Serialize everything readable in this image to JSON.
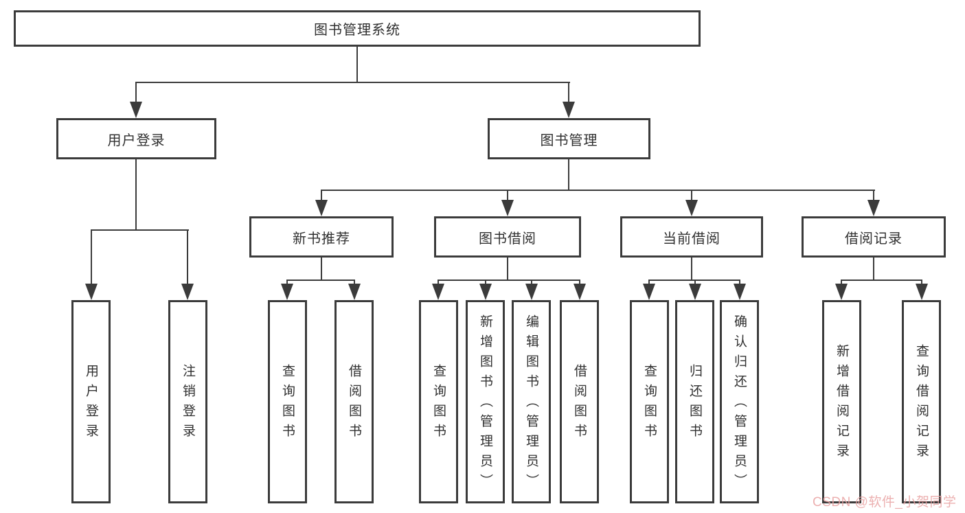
{
  "root": {
    "label": "图书管理系统"
  },
  "branches": [
    {
      "label": "用户登录",
      "leaves": [
        "用户登录",
        "注销登录"
      ]
    },
    {
      "label": "图书管理",
      "children": [
        {
          "label": "新书推荐",
          "leaves": [
            "查询图书",
            "借阅图书"
          ]
        },
        {
          "label": "图书借阅",
          "leaves": [
            "查询图书",
            "新增图书（管理员）",
            "编辑图书（管理员）",
            "借阅图书"
          ]
        },
        {
          "label": "当前借阅",
          "leaves": [
            "查询图书",
            "归还图书",
            "确认归还（管理员）"
          ]
        },
        {
          "label": "借阅记录",
          "leaves": [
            "新增借阅记录",
            "查询借阅记录"
          ]
        }
      ]
    }
  ],
  "watermark": "CSDN @软件_小贺同学",
  "colors": {
    "line": "#3b3b3b",
    "text": "#303030",
    "watermark": "#e9a3a3",
    "background": "#ffffff"
  }
}
